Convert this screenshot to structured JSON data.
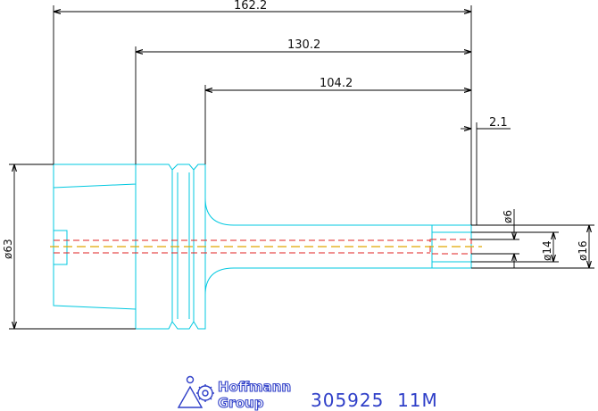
{
  "drawing": {
    "dimensions": {
      "overall_length": "162.2",
      "length_mid": "130.2",
      "length_shank": "104.2",
      "offset": "2.1",
      "dia_63": "ø63",
      "dia_6": "ø6",
      "dia_14": "ø14",
      "dia_16": "ø16"
    },
    "colors": {
      "outline": "#00c8e0",
      "dimension": "#000000",
      "centerline": "#e0a800",
      "hidden": "#e02020",
      "brand": "#2f3fc8"
    }
  },
  "logo": {
    "line1": "Hoffmann",
    "line2": "Group"
  },
  "part_number": "305925  11M"
}
